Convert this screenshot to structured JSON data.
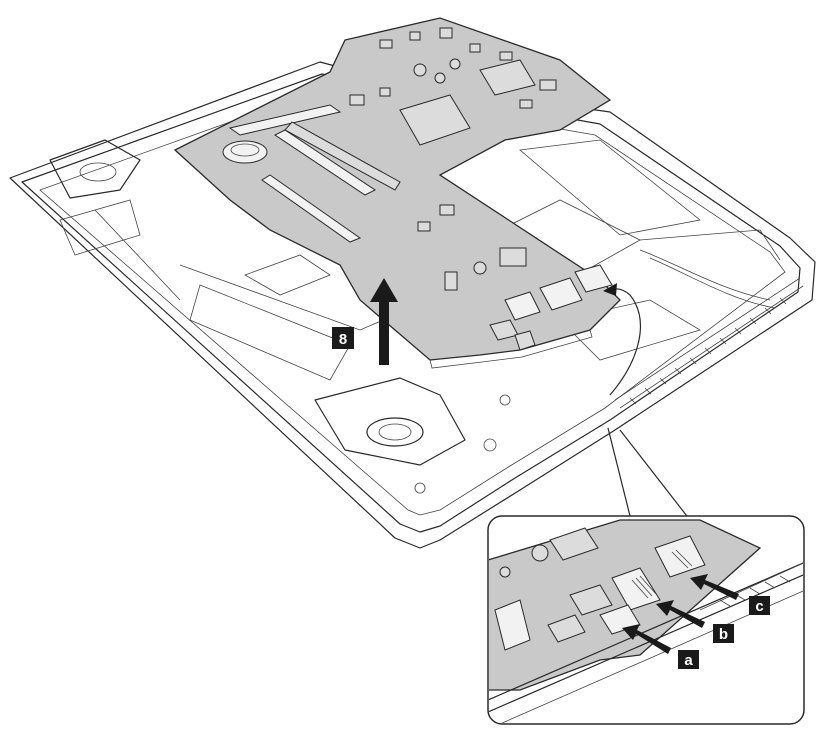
{
  "callouts": {
    "step": "8",
    "a": "a",
    "b": "b",
    "c": "c"
  },
  "colors": {
    "board": "#c9c9c9",
    "line": "#2a2a2a",
    "label_bg": "#1a1a1a",
    "label_fg": "#ffffff"
  }
}
